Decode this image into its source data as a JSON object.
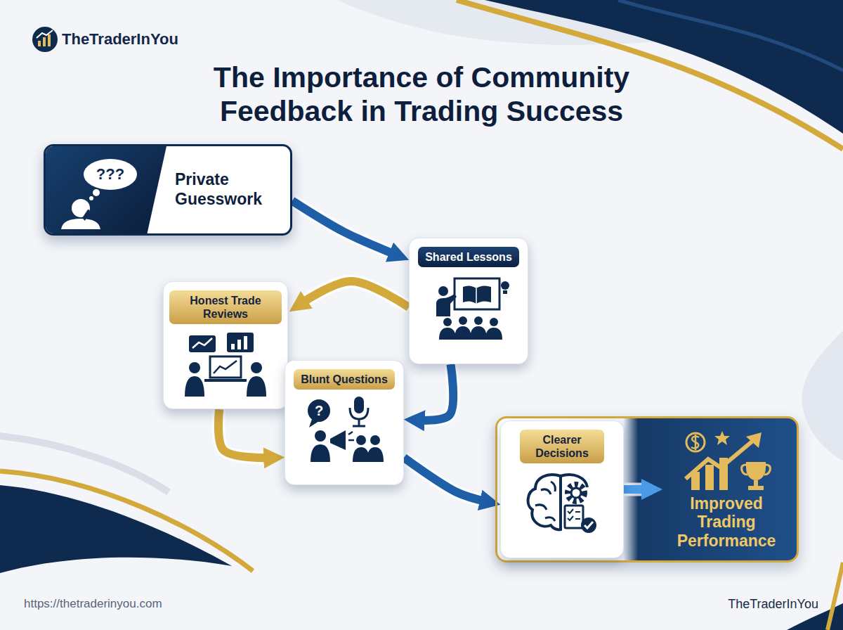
{
  "diagram": {
    "title": "The Importance of Community Feedback in Trading Success",
    "nodes": [
      {
        "text": [
          "Private Guesswork"
        ]
      },
      {
        "text": [
          "Shared Lessons"
        ]
      },
      {
        "text": [
          "Honest Trade Reviews"
        ]
      },
      {
        "text": [
          "Blunt Questions"
        ]
      },
      {
        "text": [
          "Improved Trading Performance"
        ]
      },
      {
        "text": [
          "Clearer Decisions"
        ],
        "in": 4
      }
    ],
    "edges": [
      {
        "from": 0,
        "to": 1,
        "arrow": "to"
      },
      {
        "from": 1,
        "to": 2,
        "arrow": "to"
      },
      {
        "from": 2,
        "to": 3,
        "arrow": "to"
      },
      {
        "from": 1,
        "to": 3,
        "arrow": "to"
      },
      {
        "from": 3,
        "to": 5,
        "arrow": "to"
      },
      {
        "from": 5,
        "to": 4,
        "arrow": "to"
      }
    ],
    "labels": [
      "TheTraderInYou",
      "???",
      "?",
      "https://thetraderinyou.com",
      "TheTraderInYou"
    ]
  }
}
